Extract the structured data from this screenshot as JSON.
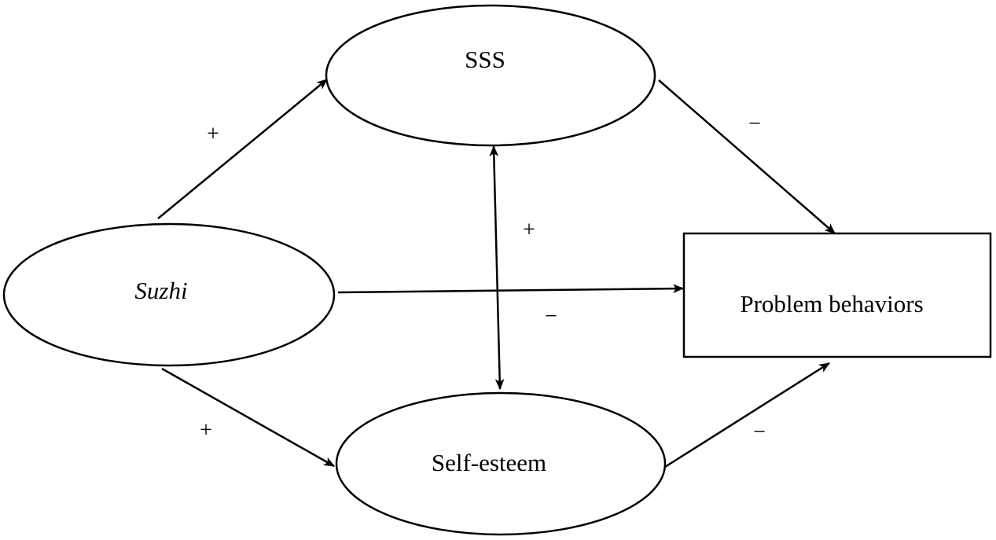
{
  "diagram": {
    "nodes": {
      "suzhi": {
        "label": "Suzhi",
        "shape": "ellipse",
        "italic": true
      },
      "sss": {
        "label": "SSS",
        "shape": "ellipse"
      },
      "self_esteem": {
        "label": "Self-esteem",
        "shape": "ellipse"
      },
      "problem_behaviors": {
        "label": "Problem behaviors",
        "shape": "rectangle"
      }
    },
    "edges": {
      "suzhi_to_sss": {
        "from": "Suzhi",
        "to": "SSS",
        "sign": "+"
      },
      "suzhi_to_self_esteem": {
        "from": "Suzhi",
        "to": "Self-esteem",
        "sign": "+"
      },
      "suzhi_to_problem_behaviors": {
        "from": "Suzhi",
        "to": "Problem behaviors",
        "sign": "−"
      },
      "sss_to_problem_behaviors": {
        "from": "SSS",
        "to": "Problem behaviors",
        "sign": "−"
      },
      "self_esteem_to_problem_behaviors": {
        "from": "Self-esteem",
        "to": "Problem behaviors",
        "sign": "−"
      },
      "sss_self_esteem_correlation": {
        "from": "SSS",
        "to": "Self-esteem",
        "sign": "+",
        "bidirectional": true
      }
    },
    "colors": {
      "stroke": "#000000",
      "background": "#ffffff"
    }
  }
}
